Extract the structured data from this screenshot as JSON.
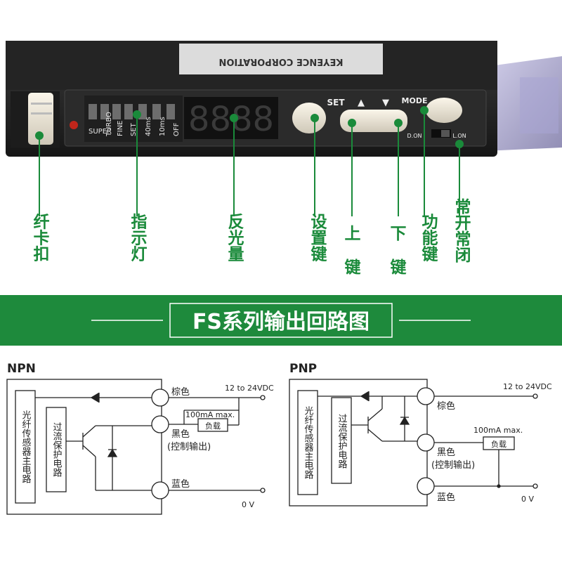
{
  "device": {
    "label_text": "KEYENCE CORPORATION",
    "led_modes": [
      "SUPER",
      "TURBO",
      "FINE",
      "SET",
      "40ms",
      "10ms",
      "OFF"
    ],
    "display": "8888",
    "set_label": "SET",
    "up_symbol": "▲",
    "down_symbol": "▼",
    "mode_label": "MODE",
    "d_on": "D.ON",
    "l_on": "L.ON"
  },
  "callouts": {
    "fiber_clip": "纤卡扣",
    "indicator": "指示灯",
    "reflection": "反光量",
    "set_key": "设置键",
    "up": "上",
    "down": "下",
    "key1": "键",
    "key2": "键",
    "function_key": "功能键",
    "normal_open_close": "常开常闭"
  },
  "banner": {
    "title": "FS系列输出回路图"
  },
  "npn": {
    "title": "NPN",
    "main_circuit": "光纤传感器主电路",
    "protect": "过流保护电路",
    "brown": "棕色",
    "black": "黑色",
    "control_out": "(控制输出)",
    "blue": "蓝色",
    "voltage": "12 to 24VDC",
    "current": "100mA max.",
    "load": "负载",
    "zero": "0 V"
  },
  "pnp": {
    "title": "PNP",
    "main_circuit": "光纤传感器主电路",
    "protect": "过流保护电路",
    "brown": "棕色",
    "black": "黑色",
    "control_out": "(控制输出)",
    "blue": "蓝色",
    "voltage": "12 to 24VDC",
    "current": "100mA max.",
    "load": "负载",
    "zero": "0 V"
  },
  "colors": {
    "accent_green": "#1a8a3a",
    "banner_green": "#1e8a3c"
  }
}
